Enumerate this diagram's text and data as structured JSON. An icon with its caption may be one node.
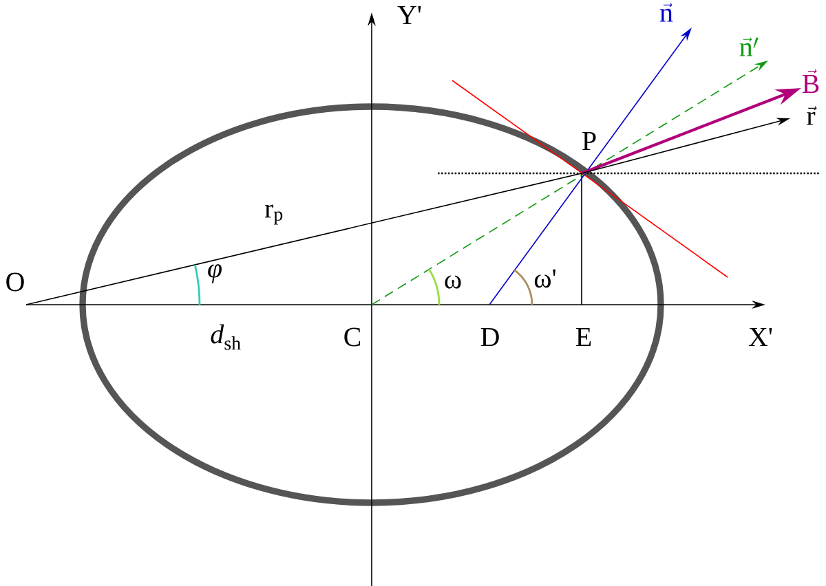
{
  "diagram": {
    "labels": [
      "Y'",
      "\\vec{\\mathrm{n}}",
      "\\vec{\\mathrm{n}}'",
      "\\vec{\\mathrm{B}}",
      "P",
      "\\vec{\\mathrm{r}}",
      "r$_{p}$",
      "O",
      "*φ*",
      "ω",
      "ω'",
      "*d*$_{sh}$",
      "C",
      "D",
      "E",
      "X'"
    ]
  }
}
